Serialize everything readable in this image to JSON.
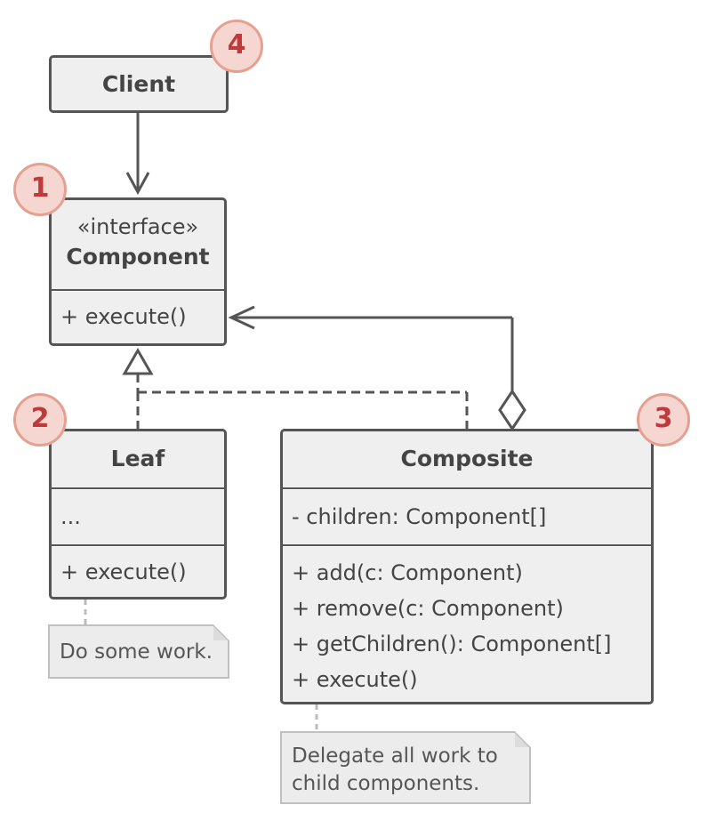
{
  "client": {
    "title": "Client"
  },
  "component": {
    "stereotype": "«interface»",
    "title": "Component",
    "method": "+ execute()"
  },
  "leaf": {
    "title": "Leaf",
    "field": "...",
    "method": "+ execute()"
  },
  "composite": {
    "title": "Composite",
    "field": "- children: Component[]",
    "methods": [
      "+ add(c: Component)",
      "+ remove(c: Component)",
      "+ getChildren(): Component[]",
      "+ execute()"
    ]
  },
  "notes": {
    "leaf": "Do some work.",
    "composite": [
      "Delegate all work to",
      "child components."
    ]
  },
  "badges": [
    "1",
    "2",
    "3",
    "4"
  ],
  "colors": {
    "badge_fill": "#f5d6d0",
    "badge_border": "#e6a090",
    "badge_text": "#c0393b",
    "box_fill": "#efefef",
    "line": "#555555"
  }
}
